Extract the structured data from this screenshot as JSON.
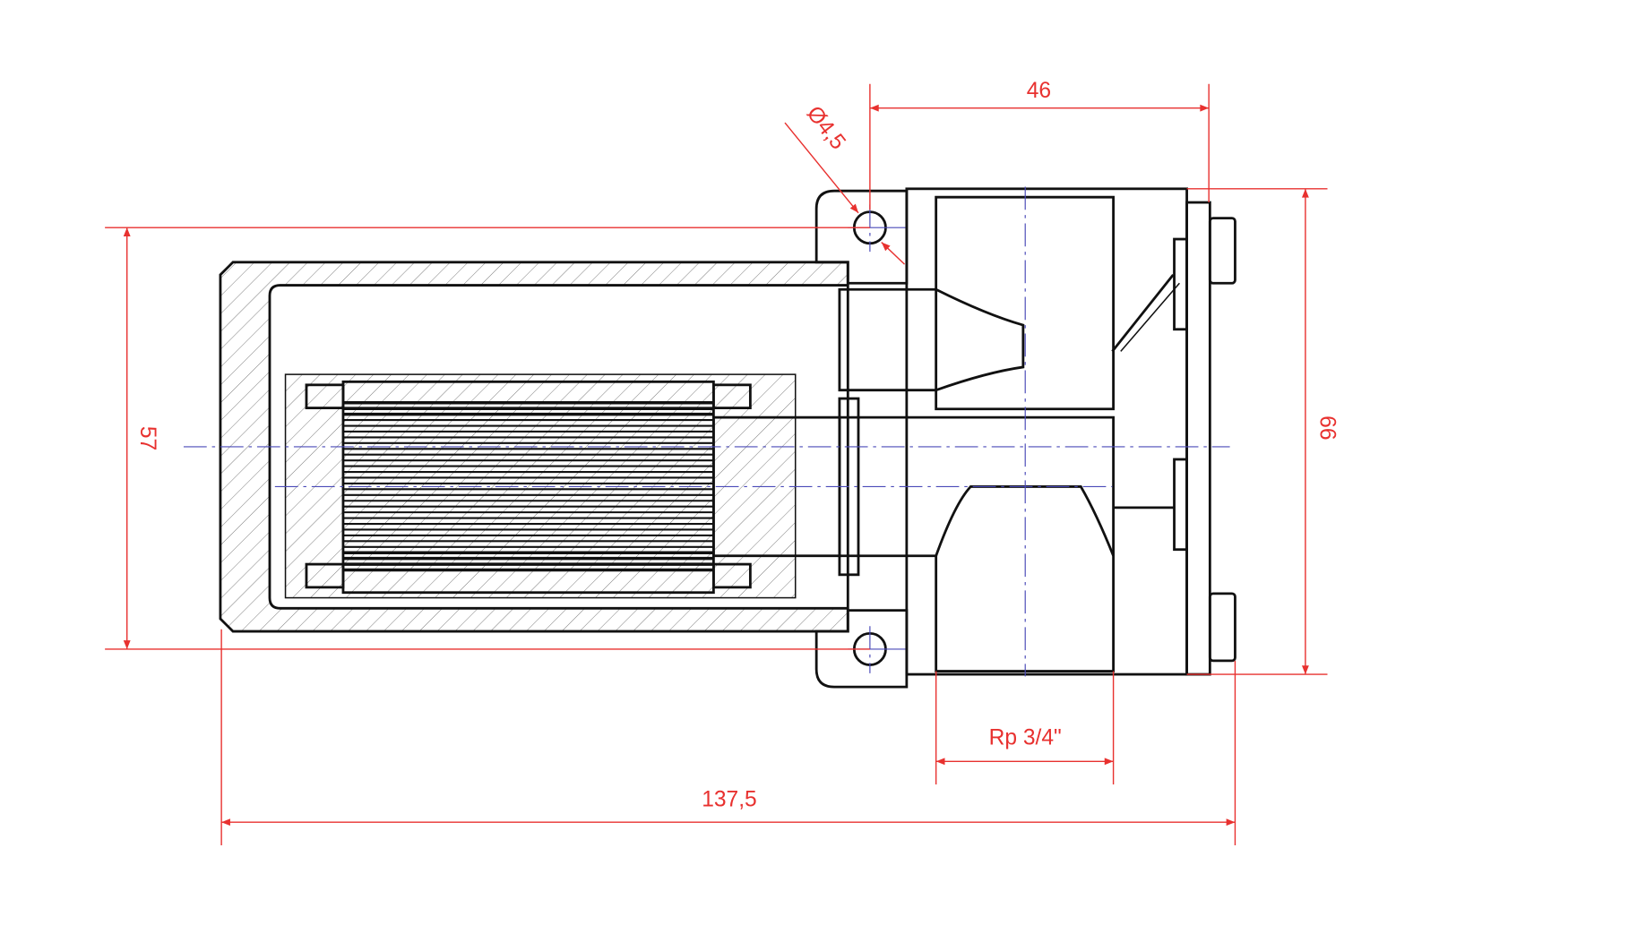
{
  "drawing": {
    "dimensions": {
      "hole_diameter": "Ø4,5",
      "hole_to_end": "46",
      "hole_spacing": "57",
      "body_height": "66",
      "thread": "Rp 3/4\"",
      "overall_length": "137,5"
    },
    "colors": {
      "dimension": "#e8312f",
      "outline": "#111111",
      "centerline": "#4a4ab8"
    }
  }
}
